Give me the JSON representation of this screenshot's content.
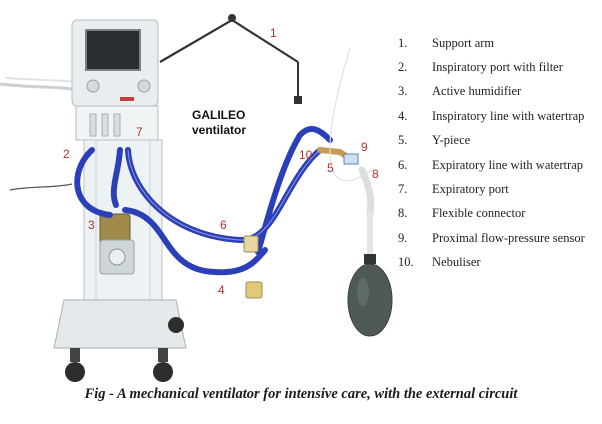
{
  "product_name": {
    "line1": "GALILEO",
    "line2": "ventilator"
  },
  "callouts": [
    "1",
    "2",
    "3",
    "4",
    "5",
    "6",
    "7",
    "8",
    "9",
    "10"
  ],
  "legend": [
    {
      "num": "1.",
      "text": "Support arm"
    },
    {
      "num": "2.",
      "text": "Inspiratory port with filter"
    },
    {
      "num": "3.",
      "text": "Active humidifier"
    },
    {
      "num": "4.",
      "text": "Inspiratory line with watertrap"
    },
    {
      "num": "5.",
      "text": "Y-piece"
    },
    {
      "num": "6.",
      "text": "Expiratory line with watertrap"
    },
    {
      "num": "7.",
      "text": "Expiratory port"
    },
    {
      "num": "8.",
      "text": "Flexible connector"
    },
    {
      "num": "9.",
      "text": "Proximal flow-pressure sensor"
    },
    {
      "num": "10.",
      "text": "Nebuliser"
    }
  ],
  "caption": "Fig - A mechanical ventilator for intensive care, with the external circuit",
  "colors": {
    "callout": "#b5322a",
    "hose": "#2b3fb8",
    "cart": "#e9eff1",
    "bag": "#4f5a58"
  }
}
